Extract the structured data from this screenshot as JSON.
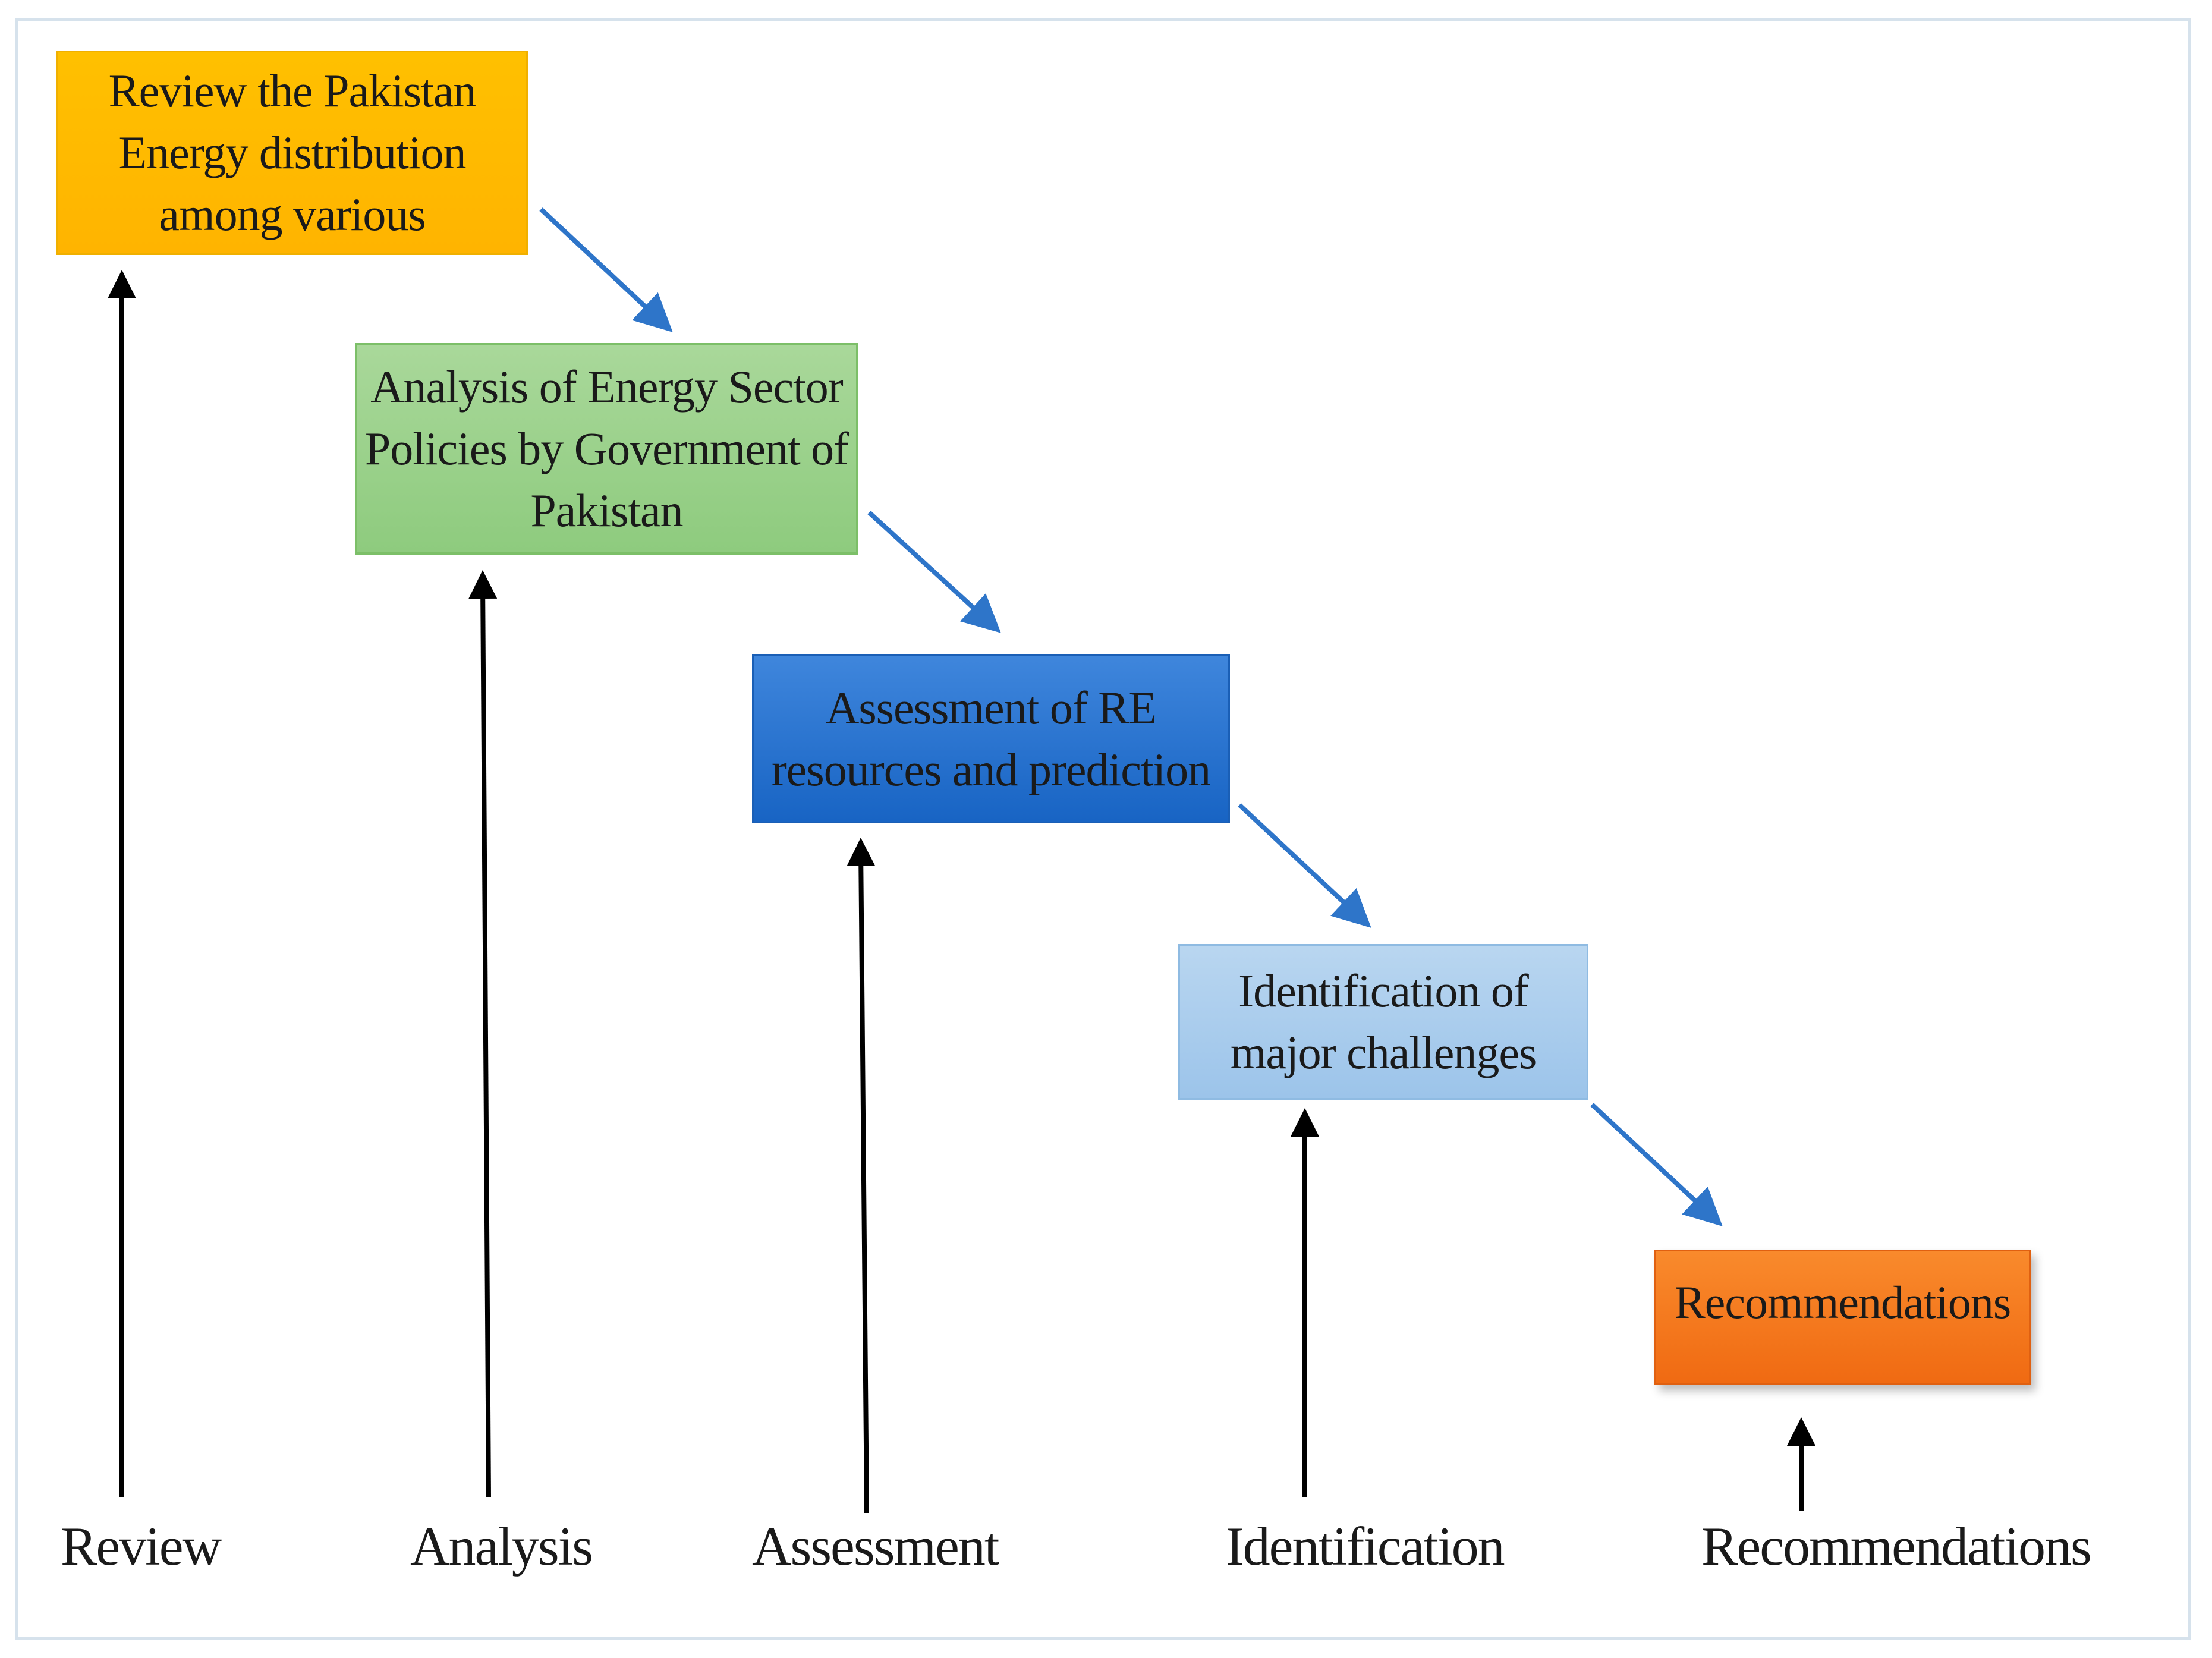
{
  "colors": {
    "flow_arrow": "#2e75c9",
    "phase_arrow": "#000000",
    "review_box": "#ffc000",
    "analysis_box": "#9dd18c",
    "assessment_box": "#2a74d0",
    "identification_box": "#aacdee",
    "recommendations_box": "#f57a1e"
  },
  "steps": [
    {
      "text": "Review the Pakistan\nEnergy distribution\namong various"
    },
    {
      "text": "Analysis of Energy Sector\nPolicies by Government of\nPakistan"
    },
    {
      "text": "Assessment of RE\nresources and prediction"
    },
    {
      "text": "Identification of\nmajor challenges"
    },
    {
      "text": "Recommendations"
    }
  ],
  "phases": [
    {
      "label": "Review"
    },
    {
      "label": "Analysis"
    },
    {
      "label": "Assessment"
    },
    {
      "label": "Identification"
    },
    {
      "label": "Recommendations"
    }
  ]
}
